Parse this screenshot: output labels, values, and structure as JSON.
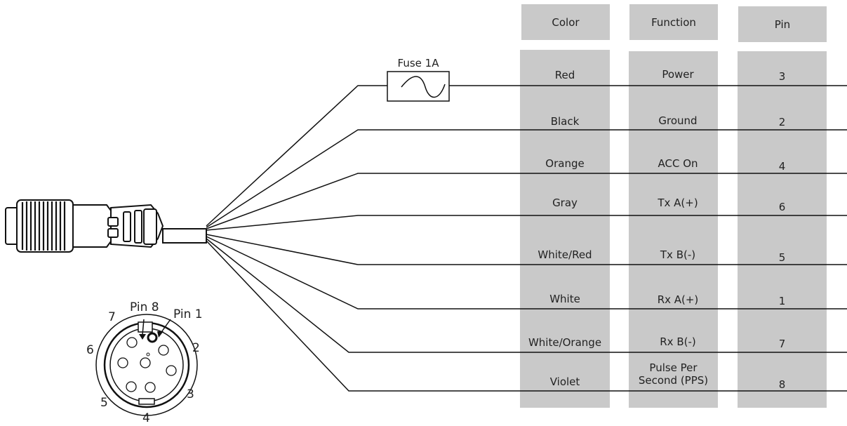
{
  "headers": {
    "color": "Color",
    "function": "Function",
    "pin": "Pin"
  },
  "fuse_label": "Fuse 1A",
  "wires": [
    {
      "color": "Red",
      "function": "Power",
      "pin": "3"
    },
    {
      "color": "Black",
      "function": "Ground",
      "pin": "2"
    },
    {
      "color": "Orange",
      "function": "ACC On",
      "pin": "4"
    },
    {
      "color": "Gray",
      "function": "Tx A(+)",
      "pin": "6"
    },
    {
      "color": "White/Red",
      "function": "Tx B(-)",
      "pin": "5"
    },
    {
      "color": "White",
      "function": "Rx A(+)",
      "pin": "1"
    },
    {
      "color": "White/Orange",
      "function": "Rx B(-)",
      "pin": "7"
    },
    {
      "color": "Violet",
      "function": "Pulse Per Second (PPS)",
      "pin": "8"
    }
  ],
  "pinout": {
    "pin8_label": "Pin 8",
    "pin1_label": "Pin 1",
    "numbers": [
      "7",
      "2",
      "6",
      "3",
      "5",
      "4"
    ]
  }
}
